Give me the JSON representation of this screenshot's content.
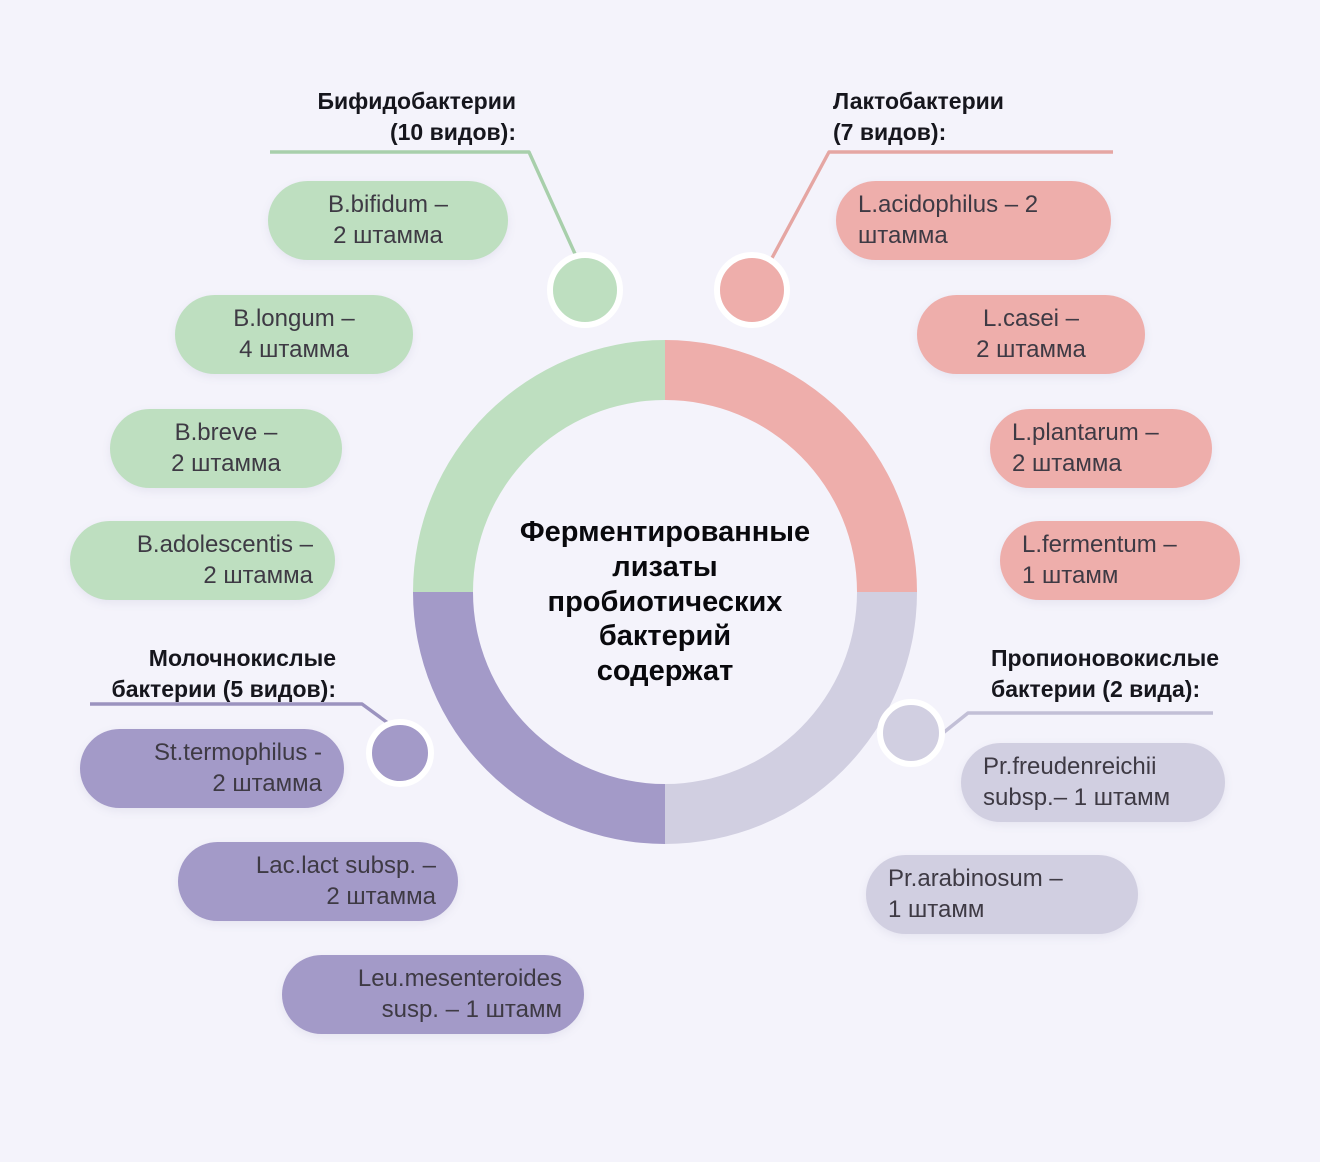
{
  "centre": {
    "caption": "Ферментированные\nлизаты\nпробиотических\nбактерий\nсодержат"
  },
  "colors": {
    "background": "#f4f3fb",
    "green": "#bedfc0",
    "pink": "#eeaeab",
    "purple": "#a39ac8",
    "lilac": "#d1cfe1",
    "text": "#3e3a44",
    "heading": "#16161d",
    "scrollbar": "#7e7e84"
  },
  "sections": [
    {
      "key": "bifidobacteria",
      "title": "Бифидобактерии\n(10 видов):",
      "color": "#bedfc0",
      "items": [
        {
          "label": "B.bifidum –\n2 штамма"
        },
        {
          "label": "B.longum –\n4 штамма"
        },
        {
          "label": "B.breve –\n2 штамма"
        },
        {
          "label": "B.adolescentis –\n2 штамма"
        }
      ]
    },
    {
      "key": "lactobacteria",
      "title": "Лактобактерии\n(7 видов):",
      "color": "#eeaeab",
      "items": [
        {
          "label": "L.acidophilus – 2\nштамма"
        },
        {
          "label": "L.casei –\n2 штамма"
        },
        {
          "label": "L.plantarum –\n2 штамма"
        },
        {
          "label": "L.fermentum –\n1 штамм"
        }
      ]
    },
    {
      "key": "lactic-acid-bacteria",
      "title": "Молочнокислые\nбактерии (5 видов):",
      "color": "#a39ac8",
      "items": [
        {
          "label": "St.termophilus  -\n2 штамма"
        },
        {
          "label": "Lac.lact subsp. –\n2 штамма"
        },
        {
          "label": "Leu.mesenteroides\nsusp. – 1 штамм"
        }
      ]
    },
    {
      "key": "propionic-acid-bacteria",
      "title": "Пропионовокислые\nбактерии (2 вида):",
      "color": "#d1cfe1",
      "items": [
        {
          "label": "Pr.freudenreichii\nsubsp.– 1 штамм"
        },
        {
          "label": "Pr.arabinosum –\n1 штамм"
        }
      ]
    }
  ],
  "chart_data": {
    "type": "pie",
    "title": "Ферментированные лизаты пробиотических бактерий содержат",
    "categories": [
      "Бифидобактерии",
      "Лактобактерии",
      "Пропионовокислые бактерии",
      "Молочнокислые бактерии"
    ],
    "values": [
      10,
      7,
      2,
      5
    ],
    "value_unit": "видов",
    "donut": true,
    "segment_angles_deg": [
      {
        "name": "Бифидобактерии",
        "start": 270,
        "end": 360
      },
      {
        "name": "Лактобактерии",
        "start": 0,
        "end": 90
      },
      {
        "name": "Пропионовокислые бактерии",
        "start": 90,
        "end": 180
      },
      {
        "name": "Молочнокислые бактерии",
        "start": 180,
        "end": 270
      }
    ],
    "colors": [
      "#bedfc0",
      "#eeaeab",
      "#d1cfe1",
      "#a39ac8"
    ],
    "legend": "none",
    "grid": false
  }
}
